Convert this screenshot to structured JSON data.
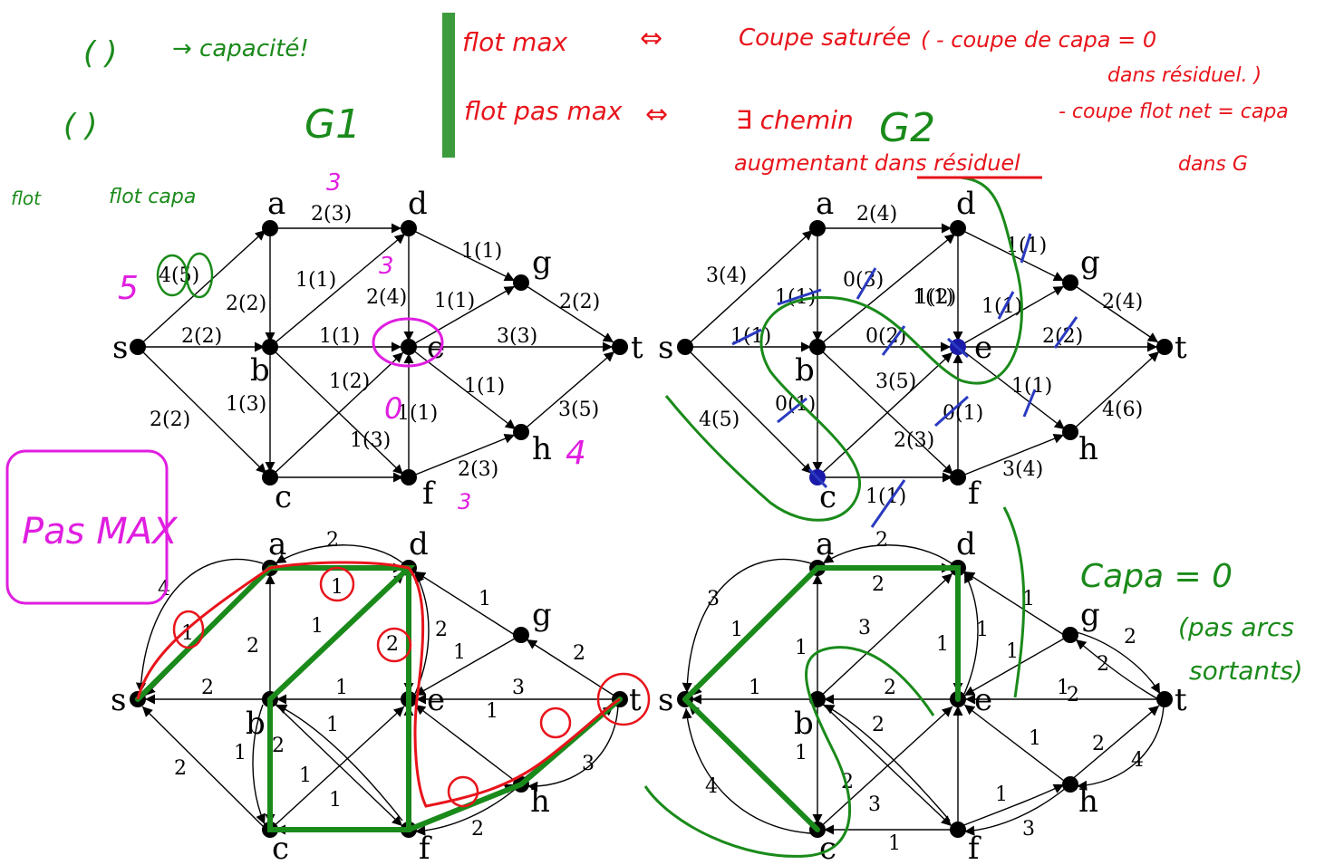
{
  "notes": {
    "legend_paren": "( )",
    "legend_capacity": "→ capacité!",
    "legend_flot": "flot",
    "legend_flot_capa": "flot capa",
    "g1": "G1",
    "g2": "G2",
    "line1_left": "flot max",
    "line1_mid": "Coupe saturée",
    "line1_right": "( - coupe de capa = 0",
    "line1_right2": "dans résiduel. )",
    "line2_left": "flot pas max",
    "line2_mid": "∃ chemin",
    "line2_mid2": "augmentant dans résiduel",
    "line2_right": "- coupe flot net = capa",
    "line2_right2": "dans G",
    "pas_max": "Pas MAX",
    "capa_zero": "Capa = 0",
    "pas_arcs": "(pas arcs",
    "sortants": "sortants)",
    "mag_3a": "3",
    "mag_5": "5",
    "mag_3d": "3",
    "mag_0": "0",
    "mag_4": "4",
    "mag_3f": "3"
  },
  "g1": {
    "nodes": {
      "a": "a",
      "b": "b",
      "c": "c",
      "d": "d",
      "e": "e",
      "f": "f",
      "g": "g",
      "h": "h",
      "s": "s",
      "t": "t"
    },
    "edges": [
      "2(3)",
      "4(5)",
      "2(2)",
      "2(2)",
      "1(1)",
      "1(3)",
      "1(1)",
      "2(2)",
      "2(4)",
      "1(2)",
      "1(3)",
      "1(1)",
      "1(1)",
      "1(1)",
      "2(2)",
      "3(3)",
      "3(5)",
      "1(1)",
      "2(3)"
    ]
  },
  "g2": {
    "nodes": {
      "a": "a",
      "b": "b",
      "c": "c",
      "d": "d",
      "e": "e",
      "f": "f",
      "g": "g",
      "h": "h",
      "s": "s",
      "t": "t"
    },
    "edges": [
      "2(4)",
      "3(4)",
      "1(1)",
      "4(5)",
      "1(1)",
      "0(3)",
      "1(1)",
      "0(1)",
      "1(2)",
      "0(2)",
      "3(5)",
      "2(3)",
      "0(1)",
      "1(1)",
      "1(1)",
      "1(1)",
      "2(4)",
      "2(2)",
      "4(6)",
      "3(4)",
      "1(1)"
    ]
  },
  "r1": {
    "nodes": {
      "a": "a",
      "b": "b",
      "c": "c",
      "d": "d",
      "e": "e",
      "f": "f",
      "g": "g",
      "h": "h",
      "s": "s",
      "t": "t"
    },
    "edges": [
      "2",
      "4",
      "1",
      "1",
      "2",
      "2",
      "1",
      "2",
      "2",
      "1",
      "2",
      "1",
      "1",
      "1",
      "3",
      "2",
      "1",
      "1",
      "2",
      "3",
      "1",
      "2",
      "1"
    ]
  },
  "r2": {
    "nodes": {
      "a": "a",
      "b": "b",
      "c": "c",
      "d": "d",
      "e": "e",
      "f": "f",
      "g": "g",
      "h": "h",
      "s": "s",
      "t": "t"
    },
    "edges": [
      "2",
      "2",
      "3",
      "1",
      "3",
      "1",
      "1",
      "1",
      "1",
      "2",
      "2",
      "1",
      "1",
      "1",
      "2",
      "2",
      "2",
      "1",
      "2",
      "4",
      "1",
      "3",
      "2",
      "3",
      "1",
      "4",
      "1"
    ]
  }
}
